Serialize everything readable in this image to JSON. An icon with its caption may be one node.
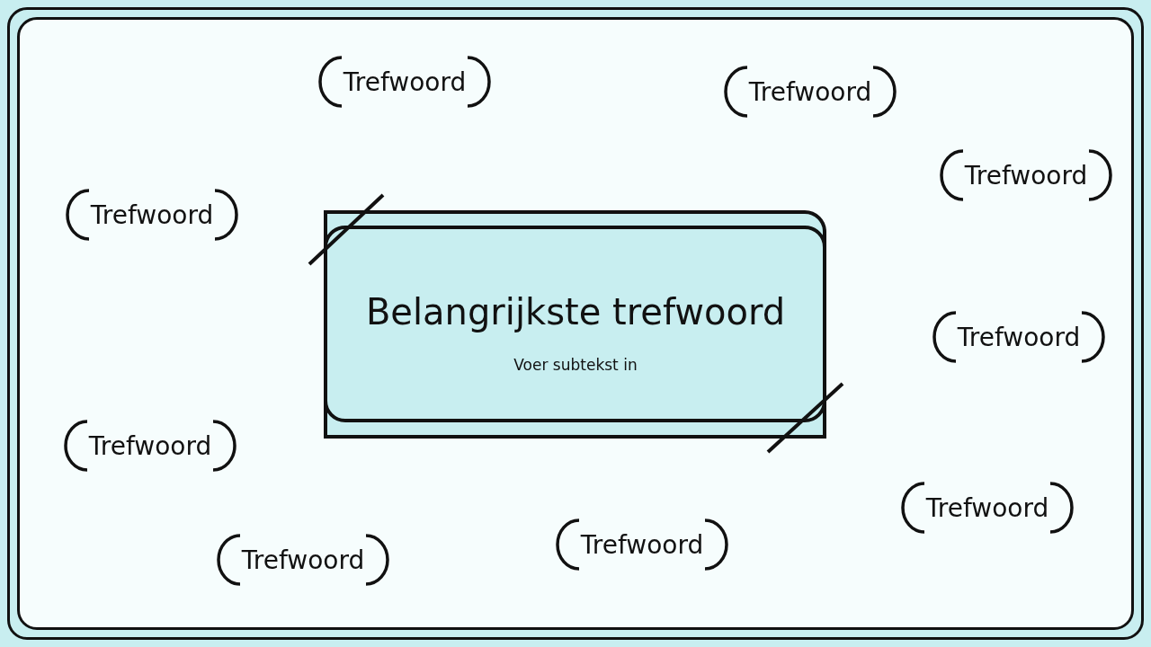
{
  "diagram": {
    "nodes": [
      {
        "text": [
          "Trefwoord"
        ]
      },
      {
        "text": [
          "Trefwoord"
        ]
      },
      {
        "text": [
          "Trefwoord"
        ]
      },
      {
        "text": [
          "Trefwoord"
        ]
      },
      {
        "text": [
          "Belangrijkste trefwoord",
          "Voer subtekst in"
        ]
      },
      {
        "text": [
          "Trefwoord"
        ]
      },
      {
        "text": [
          "Trefwoord"
        ]
      },
      {
        "text": [
          "Trefwoord"
        ]
      },
      {
        "text": [
          "Trefwoord"
        ]
      },
      {
        "text": [
          "Trefwoord"
        ]
      }
    ]
  }
}
